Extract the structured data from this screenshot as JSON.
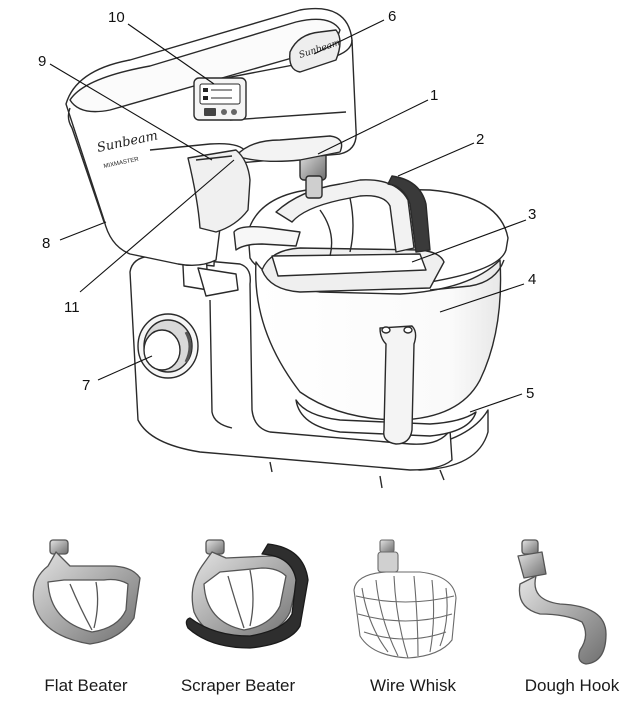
{
  "brand": {
    "logo_text": "Sunbeam",
    "model_text": "MIXMASTER"
  },
  "display_panel": {
    "lines": [
      "",
      ""
    ],
    "button_label": ""
  },
  "callouts": [
    {
      "id": "1",
      "label": "1"
    },
    {
      "id": "2",
      "label": "2"
    },
    {
      "id": "3",
      "label": "3"
    },
    {
      "id": "4",
      "label": "4"
    },
    {
      "id": "5",
      "label": "5"
    },
    {
      "id": "6",
      "label": "6"
    },
    {
      "id": "7",
      "label": "7"
    },
    {
      "id": "8",
      "label": "8"
    },
    {
      "id": "9",
      "label": "9"
    },
    {
      "id": "10",
      "label": "10"
    },
    {
      "id": "11",
      "label": "11"
    }
  ],
  "attachments": [
    {
      "name": "Flat Beater"
    },
    {
      "name": "Scraper Beater"
    },
    {
      "name": "Wire Whisk"
    },
    {
      "name": "Dough Hook"
    }
  ],
  "colors": {
    "outline": "#2a2a2a",
    "scraper_edge": "#2e2e2e",
    "metal": "#b9b9b9"
  }
}
